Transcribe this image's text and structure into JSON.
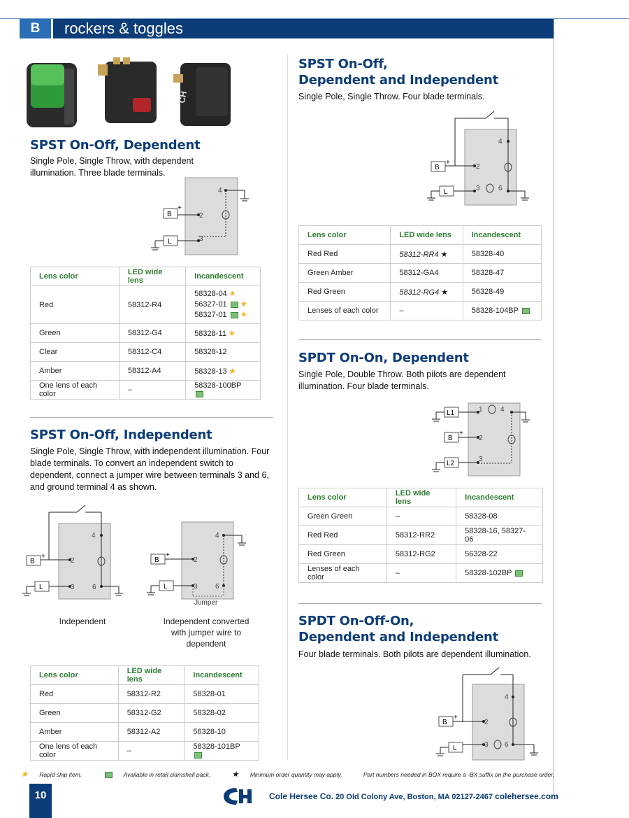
{
  "header": {
    "tab": "B",
    "title": "rockers & toggles"
  },
  "sections": {
    "s1": {
      "title": "SPST On-Off, Dependent",
      "desc": "Single Pole, Single Throw, with dependent illumination. Three blade terminals."
    },
    "s2": {
      "title": "SPST On-Off, Independent",
      "desc": "Single Pole, Single Throw, with independent illumination. Four blade terminals. To convert an independent switch to dependent, connect a jumper wire between terminals 3 and 6, and ground terminal 4 as shown."
    },
    "s3": {
      "title1": "SPST On-Off,",
      "title2": "Dependent and Independent",
      "desc": "Single Pole, Single Throw. Four blade terminals."
    },
    "s4": {
      "title": "SPDT On-On, Dependent",
      "desc": "Single Pole, Double Throw. Both pilots are dependent illumination. Four blade terminals."
    },
    "s5": {
      "title1": "SPDT On-Off-On,",
      "title2": "Dependent and Independent",
      "desc": "Four blade terminals. Both pilots are dependent illumination."
    }
  },
  "table_headers": {
    "lens": "Lens color",
    "led": "LED wide lens",
    "inc": "Incandescent"
  },
  "t1": [
    {
      "lens": "Red",
      "led": "58312-R4",
      "inc": [
        "58328-04",
        "56327-01",
        "58327-01"
      ]
    },
    {
      "lens": "Green",
      "led": "58312-G4",
      "inc": [
        "58328-11"
      ]
    },
    {
      "lens": "Clear",
      "led": "58312-C4",
      "inc": [
        "58328-12"
      ]
    },
    {
      "lens": "Amber",
      "led": "58312-A4",
      "inc": [
        "58328-13"
      ]
    },
    {
      "lens": "One lens of each color",
      "led": "–",
      "inc": [
        "58328-100BP"
      ]
    }
  ],
  "t2": [
    {
      "lens": "Red",
      "led": "58312-R2",
      "inc": "58328-01"
    },
    {
      "lens": "Green",
      "led": "58312-G2",
      "inc": "58328-02"
    },
    {
      "lens": "Amber",
      "led": "58312-A2",
      "inc": "56328-10"
    },
    {
      "lens": "One lens of each color",
      "led": "–",
      "inc": "58328-101BP"
    }
  ],
  "t3": [
    {
      "lens": "Red Red",
      "led": "58312-RR4",
      "inc": "58328-40"
    },
    {
      "lens": "Green Amber",
      "led": "58312-GA4",
      "inc": "58328-47"
    },
    {
      "lens": "Red Green",
      "led": "58312-RG4",
      "inc": "56328-49"
    },
    {
      "lens": "Lenses of each color",
      "led": "–",
      "inc": "58328-104BP"
    }
  ],
  "t4": [
    {
      "lens": "Green Green",
      "led": "–",
      "inc": "58328-08"
    },
    {
      "lens": "Red Red",
      "led": "58312-RR2",
      "inc": "58328-16, 58327-06"
    },
    {
      "lens": "Red Green",
      "led": "58312-RG2",
      "inc": "56328-22"
    },
    {
      "lens": "Lenses of each color",
      "led": "–",
      "inc": "58328-102BP"
    }
  ],
  "captions": {
    "independent": "Independent",
    "converted": "Independent converted with jumper wire to dependent",
    "jumper": "Jumper"
  },
  "diagram_labels": {
    "b": "B",
    "l": "L",
    "l1": "L1",
    "l2": "L2",
    "t1": "1",
    "t2": "2",
    "t3": "3",
    "t4": "4",
    "t6": "6",
    "plus": "+"
  },
  "footnotes": {
    "star": "Rapid ship item.",
    "box": "Available in retail clamshell pack.",
    "bstar": "Minimum order quantity may apply.",
    "box_note": "Part numbers needed in BOX require a -BX suffix on the purchase order."
  },
  "footer": {
    "page": "10",
    "company": "Cole Hersee Co.",
    "address": "20 Old Colony Ave, Boston, MA 02127-2467",
    "web": "colehersee.com",
    "logo": "CH"
  },
  "colors": {
    "brand_dark": "#0d3d78",
    "brand_light": "#2a6fb5",
    "header_green": "#2e7d32",
    "star": "#f2b01e"
  }
}
